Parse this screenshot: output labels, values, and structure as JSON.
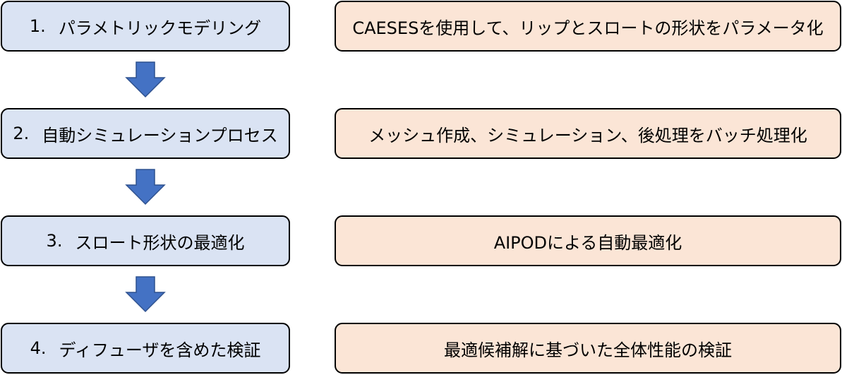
{
  "steps": [
    {
      "number": "1.",
      "title": "パラメトリックモデリング",
      "description": "CAESESを使用して、リップとスロートの形状をパラメータ化"
    },
    {
      "number": "2.",
      "title": "自動シミュレーションプロセス",
      "description": "メッシュ作成、シミュレーション、後処理をバッチ処理化"
    },
    {
      "number": "3.",
      "title": "スロート形状の最適化",
      "description": "AIPODによる自動最適化"
    },
    {
      "number": "4.",
      "title": "ディフューザを含めた検証",
      "description": "最適候補解に基づいた全体性能の検証"
    }
  ],
  "colors": {
    "step_fill": "#dae3f3",
    "description_fill": "#fbe5d6",
    "arrow_fill": "#4472c4",
    "arrow_stroke": "#2f528f"
  }
}
